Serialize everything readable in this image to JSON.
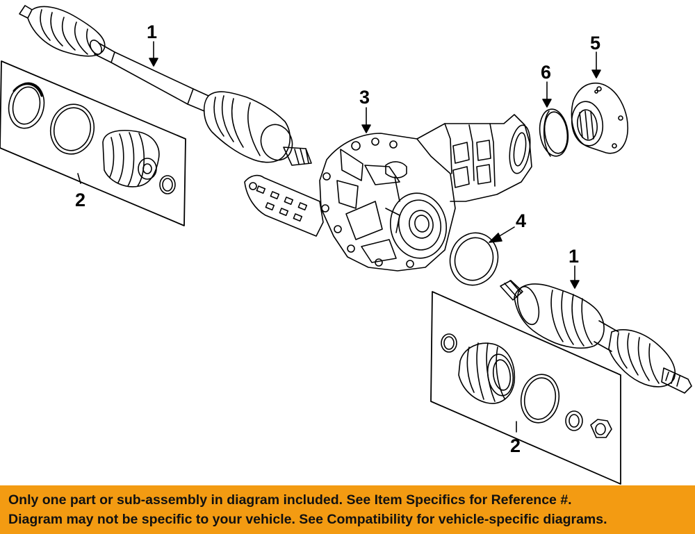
{
  "callouts": {
    "shaft_upper": "1",
    "kit_upper": "2",
    "differential": "3",
    "seal": "4",
    "flange": "5",
    "ring": "6",
    "shaft_lower": "1",
    "kit_lower": "2"
  },
  "banner": {
    "line1": "Only one part or sub-assembly in diagram included. See Item Specifics for Reference #.",
    "line2": "Diagram may not be specific to your vehicle. See Compatibility for vehicle-specific diagrams."
  },
  "colors": {
    "banner_bg": "#f39b12",
    "line": "#000000",
    "background": "#ffffff"
  }
}
